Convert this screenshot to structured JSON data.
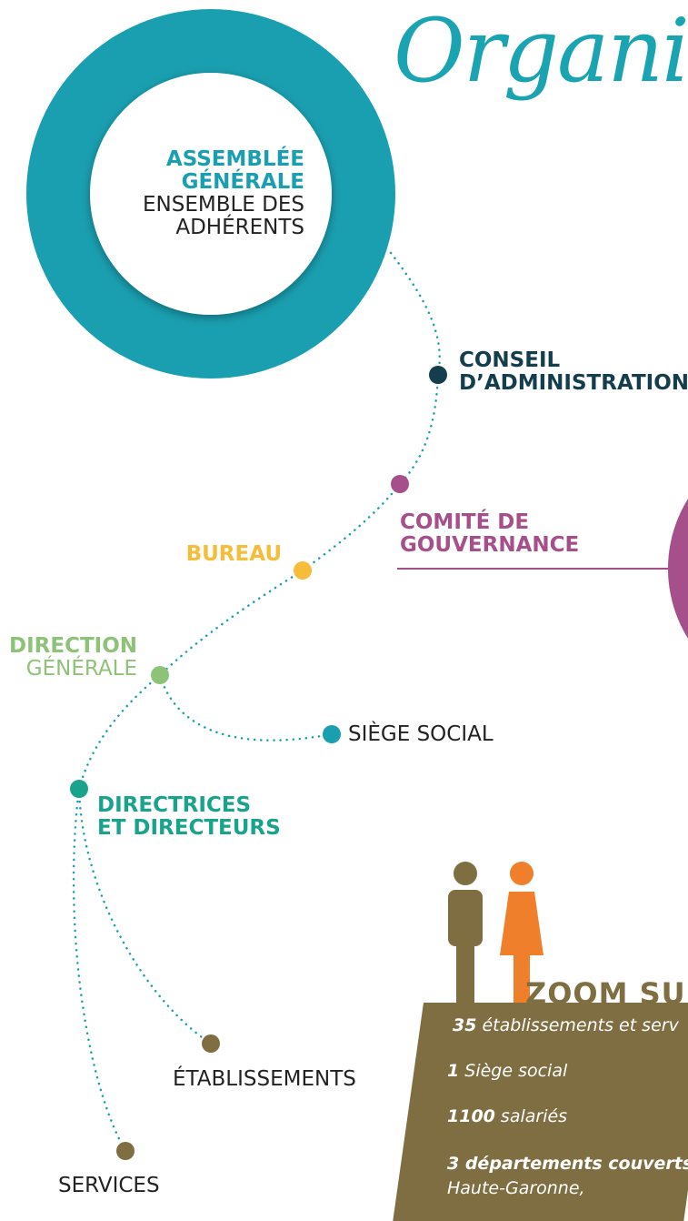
{
  "title": "Organi",
  "nodes": {
    "assemblee": {
      "title_line1": "ASSEMBLÉE",
      "title_line2": "GÉNÉRALE",
      "sub_line1": "ENSEMBLE DES",
      "sub_line2": "ADHÉRENTS"
    },
    "conseil": {
      "line1": "CONSEIL",
      "line2": "D’ADMINISTRATION"
    },
    "comite": {
      "line1": "COMITÉ DE",
      "line2": "GOUVERNANCE"
    },
    "bureau": {
      "line1": "BUREAU"
    },
    "direction": {
      "line1": "DIRECTION",
      "line2": "GÉNÉRALE"
    },
    "siege": {
      "line1": "SIÈGE SOCIAL"
    },
    "directeurs": {
      "line1": "DIRECTRICES",
      "line2": "ET DIRECTEURS"
    },
    "etablissements": {
      "line1": "ÉTABLISSEMENTS"
    },
    "services": {
      "line1": "SERVICES"
    }
  },
  "zoom": {
    "title": "ZOOM SU",
    "lines": [
      {
        "num": "35",
        "text": " établissements et serv"
      },
      {
        "num": "1",
        "text": " Siège social"
      },
      {
        "num": "1100",
        "text": " salariés"
      },
      {
        "num": "3 départements couverts",
        "text": ""
      },
      {
        "num": "",
        "text": "Haute-Garonne,"
      }
    ]
  },
  "colors": {
    "teal": "#1a9fb0",
    "dark_navy": "#143e4e",
    "purple": "#a54f8b",
    "yellow": "#f6bd3a",
    "green": "#8fc279",
    "green_teal": "#1aa38c",
    "olive": "#7f6e42",
    "orange": "#ef7f2b"
  }
}
